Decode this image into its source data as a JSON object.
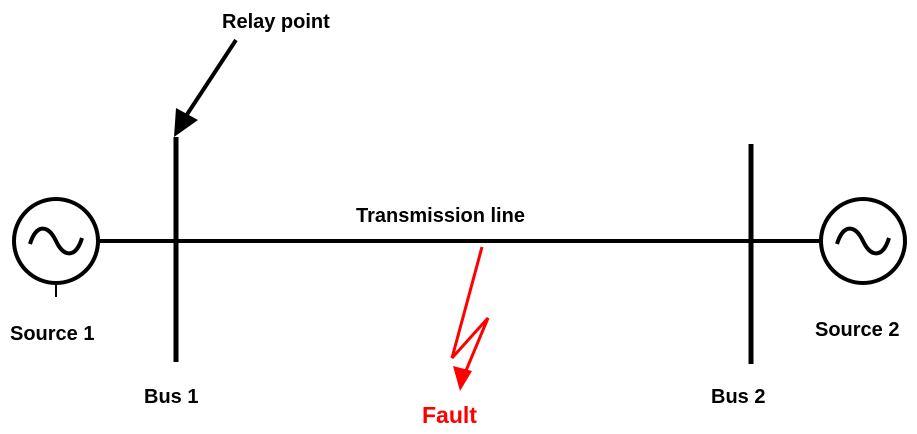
{
  "diagram": {
    "labels": {
      "relay_point": "Relay point",
      "transmission_line": "Transmission line",
      "source_1": "Source 1",
      "source_2": "Source 2",
      "bus_1": "Bus 1",
      "bus_2": "Bus 2",
      "fault": "Fault"
    },
    "colors": {
      "line": "#000000",
      "fault": "#ff0000",
      "background": "#ffffff"
    },
    "icons": {
      "source_1": "ac-generator-icon",
      "source_2": "ac-generator-icon",
      "fault": "lightning-bolt-icon",
      "relay_pointer": "arrow-icon"
    }
  }
}
